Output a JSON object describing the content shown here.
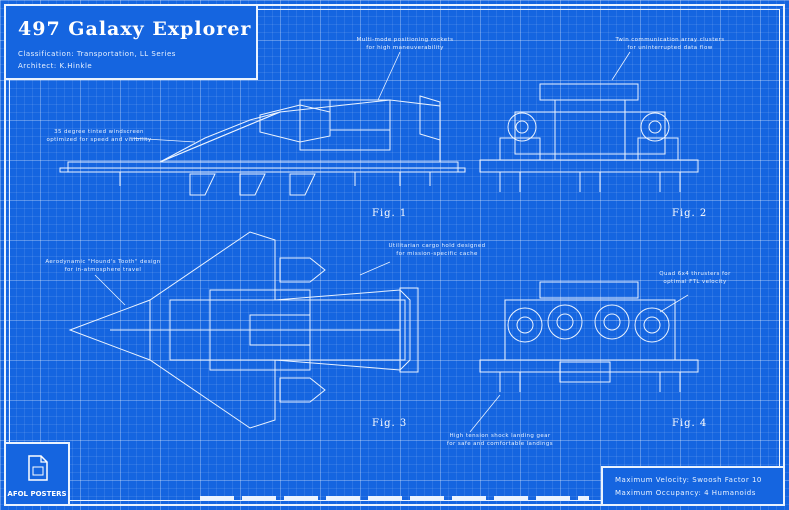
{
  "title": "497 Galaxy Explorer",
  "classification": "Classification: Transportation, LL Series",
  "architect": "Architect: K.Hinkle",
  "notes": {
    "windscreen": [
      "35 degree tinted windscreen",
      "optimized for speed and visibility"
    ],
    "rockets": [
      "Multi-mode positioning rockets",
      "for high maneuverability"
    ],
    "comm": [
      "Twin communication array clusters",
      "for uninterrupted data flow"
    ],
    "aero": [
      "Aerodynamic \"Hound's Tooth\" design",
      "for in-atmosphere travel"
    ],
    "cargo": [
      "Utilitarian cargo hold designed",
      "for mission-specific cache"
    ],
    "thrusters": [
      "Quad 6x4 thrusters for",
      "optimal FTL velocity"
    ],
    "landing": [
      "High tension shock landing gear",
      "for safe and comfortable landings"
    ]
  },
  "figures": [
    "Fig. 1",
    "Fig. 2",
    "Fig. 3",
    "Fig. 4"
  ],
  "stats": {
    "velocity": "Maximum Velocity: Swoosh Factor 10",
    "occupancy": "Maximum Occupancy: 4 Humanoids"
  },
  "logo": {
    "label": "AFOL POSTERS",
    "icon": "document-icon"
  }
}
